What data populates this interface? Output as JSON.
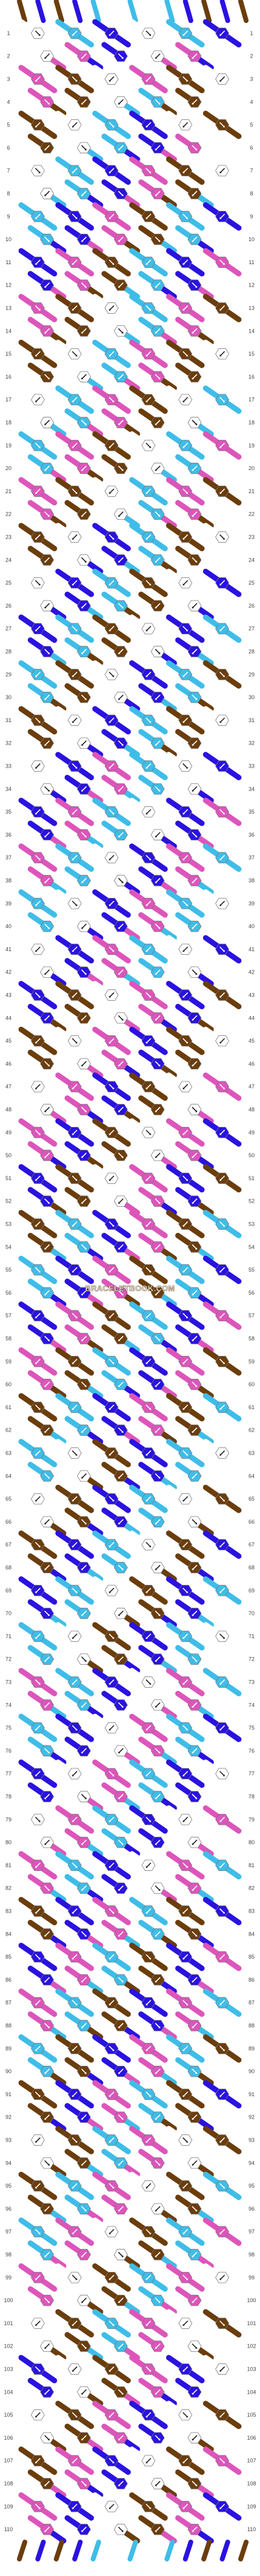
{
  "colors": {
    "A": "#2a12e0",
    "B": "#6b3d0c",
    "C": "#dd55bb",
    "D": "#3fbde8",
    "E": "#ffffff"
  },
  "strings_top": [
    "B",
    "A",
    "B",
    "A",
    "D",
    "E",
    "D",
    "E",
    "D",
    "A",
    "B",
    "A",
    "B"
  ],
  "row_numbers": [
    "1",
    "2",
    "3",
    "4",
    "5",
    "6",
    "7",
    "8",
    "9",
    "10",
    "11",
    "12",
    "13",
    "14",
    "15",
    "16",
    "17",
    "18",
    "19",
    "20",
    "21",
    "22",
    "23",
    "24",
    "25",
    "26",
    "27",
    "28",
    "29",
    "30",
    "31",
    "32",
    "33",
    "34",
    "35",
    "36",
    "37",
    "38",
    "39",
    "40",
    "41",
    "42",
    "43",
    "44",
    "45",
    "46",
    "47",
    "48",
    "49",
    "50",
    "51",
    "52",
    "53",
    "54",
    "55",
    "56",
    "57",
    "58",
    "59",
    "60",
    "61",
    "62",
    "63",
    "64",
    "65",
    "66",
    "67",
    "68",
    "69",
    "70",
    "71",
    "72",
    "73",
    "74",
    "75",
    "76",
    "77",
    "78",
    "79",
    "80",
    "81",
    "82",
    "83",
    "84",
    "85",
    "86",
    "87",
    "88",
    "89",
    "90",
    "91",
    "92",
    "93",
    "94",
    "95",
    "96",
    "97",
    "98",
    "99",
    "100",
    "101",
    "102",
    "103",
    "104",
    "105",
    "106",
    "107",
    "108",
    "109",
    "110"
  ],
  "watermark": "BRACELETBOOK.COM",
  "knot_pattern": [
    "EEDDAAEEDDAA",
    "ECCAAEECCAAE",
    "CCBBEECCBBEE",
    "CBBEEDDBBEEC",
    "BBEEDDAAEEBB",
    "BEEDDAACCEEB",
    "EEDDAACCBBEE",
    "EDDAACCBBDDE",
    "DDAACCBBDDAA",
    "DAACCBBDDAAD",
    "AACCBBDDAACC",
    "ACCBBDDAACCA",
    "CCBBEEDDCCBB",
    "CBBEEDDCCBBC",
    "BBEEDDCCBBEE",
    "BEEDDCCBBEEB",
    "EEDDCCBBEEDD",
    "EDDCCBBEEDDE",
    "DDCCBBEEDDCC",
    "DCCBBEEDDCCD",
    "CCBBEEDDCCBB",
    "CBBEEDDCCBBC",
    "BBEEAADDBBEE",
    "BEEAADDBBEEB",
    "EEAADDBBEEAA",
    "EAADDBBEEAAE",
    "AADDBBEEAADD",
    "ADDBBEEAADDA",
    "DDBBEEAADDBB",
    "DBBEEAADDBBD",
    "BBEEAADDBBEE",
    "BEEAADDBBEEB",
    "EEAACCDDEEAA",
    "EAACCDDEEAAE",
    "AACCDDEEAACC",
    "ACCDDEEAACCA",
    "CCDDEEAACCDD",
    "CDDEEAACCDDC",
    "DDEEAACCDDEE",
    "DEEAACCDDEED",
    "EEAACCDDEEAA",
    "EAACCDDEEAAE",
    "AABBEECCAABB",
    "ABBEECCAABBA",
    "BBEECCAABBEE",
    "BEECCAABBEEB",
    "EECCAABBEECC",
    "ECCAABBEECCE",
    "CCAABBEECCAA",
    "CAABBEECCAAC",
    "AABBEECCAABB",
    "ABBEECCAABBA",
    "BBDDAACCBBDD",
    "BDDAACCBBDDB",
    "DDAACCBBDDAA",
    "DAACCBBDDAAD",
    "AACCBBDDAACC",
    "ACCBBDDAACCA",
    "CCBBDDAACCBB",
    "CBBDDAACCBBC",
    "BBDDAACCBBDD",
    "BDDAACCBBDDB",
    "DDEEBBAADDEE",
    "DEEBBAADDEED",
    "EEBBAADDEEBB",
    "EBBAADDEEBBE",
    "BBAADDEEBBAA",
    "BAADDEEBBAAB",
    "AADDEEBBAADD",
    "ADDEEBBAADDA",
    "DDEEBBAADDEE",
    "DEEBBAADDEED",
    "CCDDAAEECCDD",
    "CDDAAEECCDDC",
    "DDAAEECCDDAA",
    "DAAEECCDDAAD",
    "AAEECCDDAAEE",
    "AEECCDDAAEEA",
    "EECCDDAAEECC",
    "ECCDDAAEECCE",
    "CCDDAAEECCDD",
    "CDDAAEECCDDC",
    "BBAACCDDBBAA",
    "BAACCDDBBAAB",
    "AACCDDBBAACC",
    "ACCDDBBAACCA",
    "CCDDBBAACCDD",
    "CDDBBAACCDDC",
    "DDBBAACCDDBB",
    "DBBAACCDDBBD",
    "BBAACCDDBBAA",
    "BAACCDDBBAAB",
    "EEBBDDCCEEBB",
    "EBBDDCCEEBBE",
    "BBDDCCEEBBDD",
    "BDDCCEEBBDDB",
    "DDCCEEBBDDCC",
    "DCCEEBBDDCCD",
    "CCEEBBDDCCEE",
    "CEEBBDDCCEEC",
    "EEBBDDCCEEBB",
    "EBBDDCCEEBBE",
    "AAEEBBCCAAEE",
    "AEEBBCCAAEEA",
    "EEBBCCAAEEBB",
    "EBBCCAAEEBBE",
    "BBCCAAEEBBCC",
    "BCCAAEEBBCCB",
    "CCAAEEBBCCAA",
    "CAAEEBBCCAAC"
  ]
}
